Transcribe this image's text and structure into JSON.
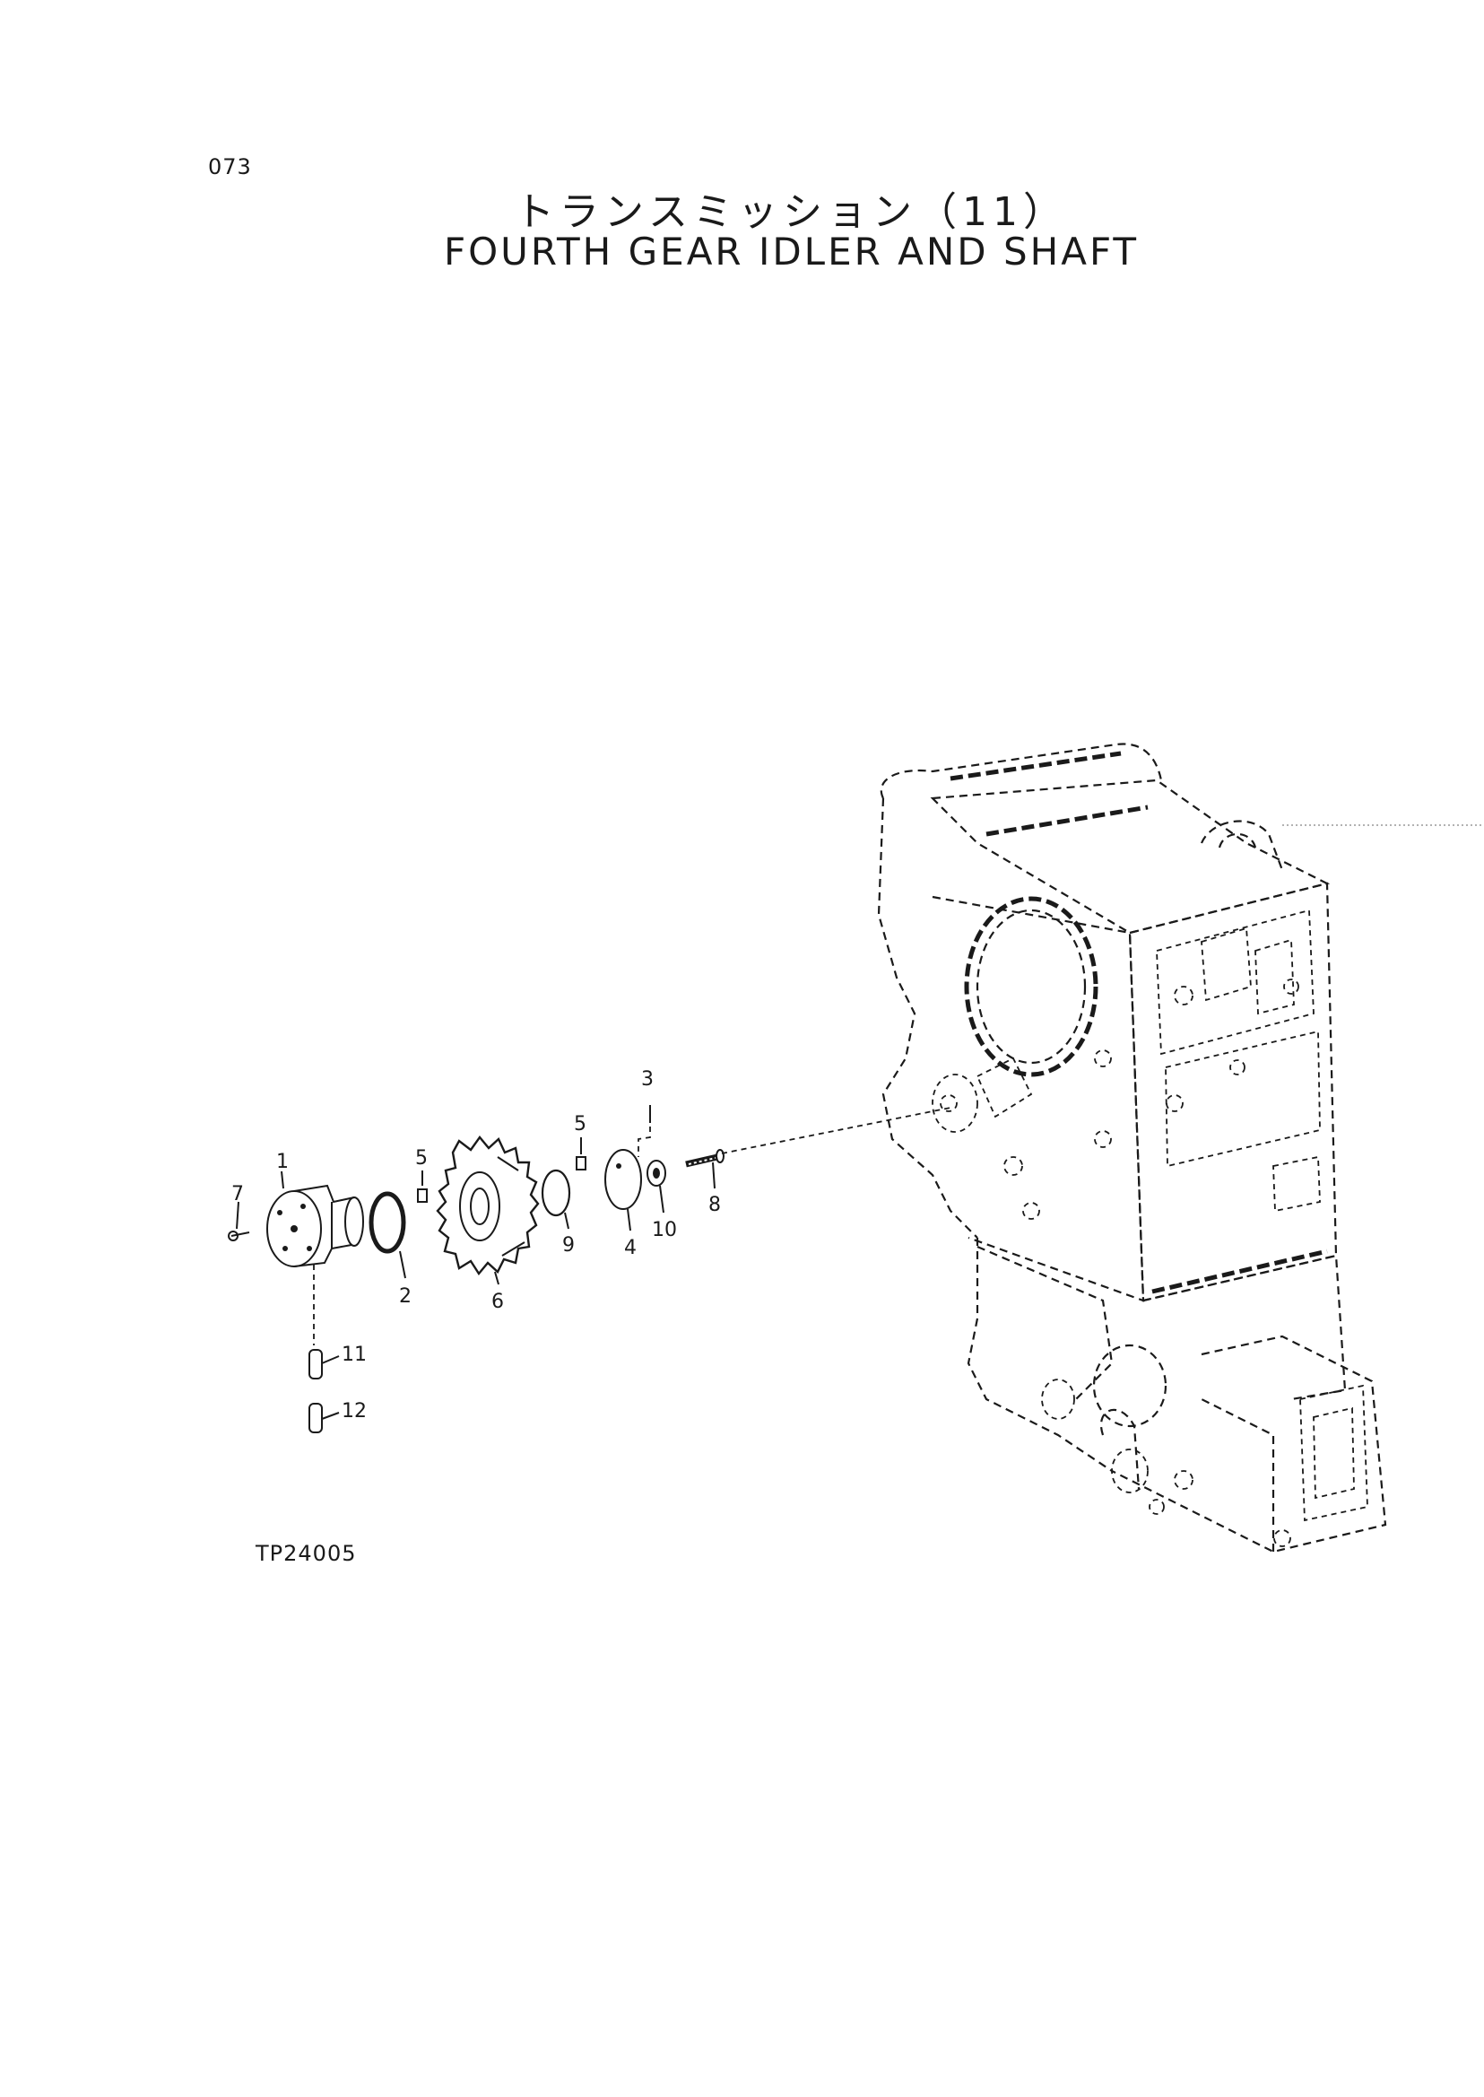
{
  "page_number": "073",
  "title_jp": "トランスミッション（11）",
  "title_en": "FOURTH GEAR IDLER AND SHAFT",
  "figure_code": "TP24005",
  "callouts": [
    "1",
    "2",
    "3",
    "4",
    "5",
    "5",
    "6",
    "7",
    "8",
    "9",
    "10",
    "11",
    "12"
  ]
}
